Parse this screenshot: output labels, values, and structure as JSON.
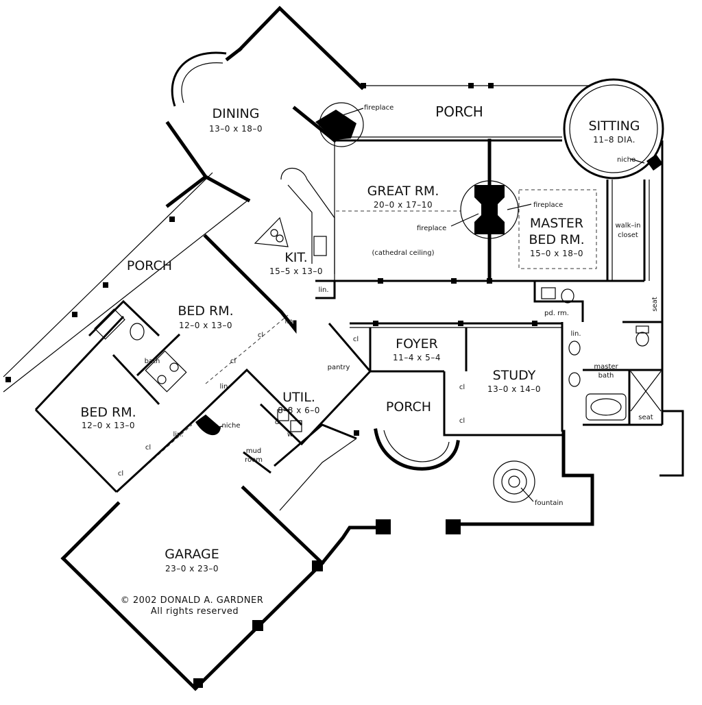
{
  "rooms": {
    "dining": {
      "name": "DINING",
      "dims": "13–0 x 18–0"
    },
    "porch_top": {
      "name": "PORCH"
    },
    "sitting": {
      "name": "SITTING",
      "dims": "11–8 DIA."
    },
    "great_rm": {
      "name": "GREAT RM.",
      "dims": "20–0 x 17–10",
      "note": "(cathedral ceiling)"
    },
    "master_bed": {
      "name_line1": "MASTER",
      "name_line2": "BED RM.",
      "dims": "15–0 x 18–0"
    },
    "kitchen": {
      "name": "KIT.",
      "dims": "15–5 x 13–0"
    },
    "porch_left": {
      "name": "PORCH"
    },
    "bed_rm_1": {
      "name": "BED RM.",
      "dims": "12–0 x 13–0"
    },
    "bed_rm_2": {
      "name": "BED RM.",
      "dims": "12–0 x 13–0"
    },
    "foyer": {
      "name": "FOYER",
      "dims": "11–4 x 5–4"
    },
    "study": {
      "name": "STUDY",
      "dims": "13–0 x 14–0"
    },
    "porch_front": {
      "name": "PORCH"
    },
    "util": {
      "name": "UTIL.",
      "dims": "8–8 x 6–0"
    },
    "garage": {
      "name": "GARAGE",
      "dims": "23–0 x 23–0"
    }
  },
  "labels": {
    "fireplace_porch": "fireplace",
    "fireplace_great": "fireplace",
    "fireplace_master": "fireplace",
    "niche_sitting": "niche",
    "walk_in_line1": "walk–in",
    "walk_in_line2": "closet",
    "seat_upper": "seat",
    "seat_lower": "seat",
    "pd_rm": "pd. rm.",
    "master_bath_line1": "master",
    "master_bath_line2": "bath",
    "lin_kit": "lin.",
    "lin_master": "lin.",
    "lin_bed1": "lin.",
    "lin_hall": "lin.",
    "lin_bed2": "lin.",
    "bath": "bath",
    "pantry": "pantry",
    "cl_foyer": "cl",
    "cl_study_1": "cl",
    "cl_study_2": "cl",
    "cl_bed1_a": "cl",
    "cl_bed1_b": "cl",
    "cl_bed2_a": "cl",
    "cl_bed2_b": "cl",
    "niche_hall": "niche",
    "mud_line1": "mud",
    "mud_line2": "room",
    "dryer": "d",
    "washer": "w",
    "fountain": "fountain"
  },
  "copyright": {
    "line1": "© 2002 DONALD A. GARDNER",
    "line2": "All rights reserved"
  }
}
